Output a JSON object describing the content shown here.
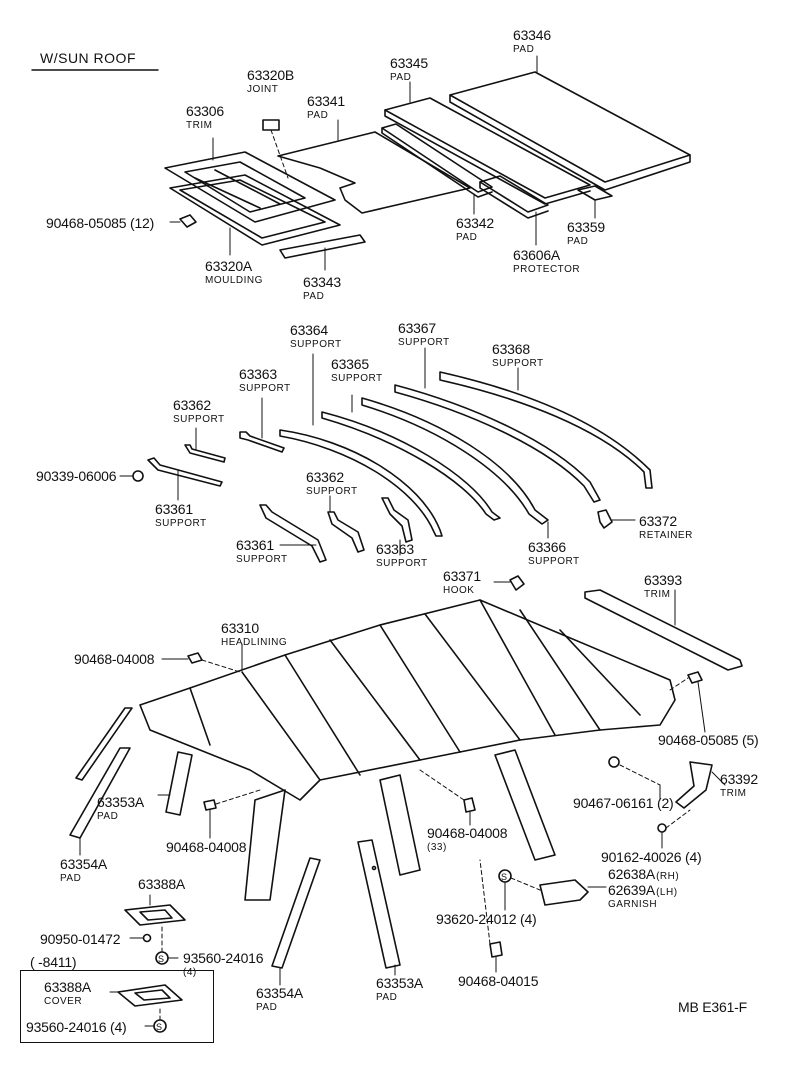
{
  "header": {
    "title": "W/SUN  ROOF"
  },
  "ref_code": "MB  E361-F",
  "legacy_box": {
    "range": "(      -8411)"
  },
  "callouts": [
    {
      "id": "63346",
      "num": "63346",
      "name": "PAD"
    },
    {
      "id": "63345",
      "num": "63345",
      "name": "PAD"
    },
    {
      "id": "63320B",
      "num": "63320B",
      "name": "JOINT"
    },
    {
      "id": "63341",
      "num": "63341",
      "name": "PAD"
    },
    {
      "id": "63306",
      "num": "63306",
      "name": "TRIM"
    },
    {
      "id": "90468-05085-12",
      "num": "90468-05085 (12)",
      "name": ""
    },
    {
      "id": "63320A",
      "num": "63320A",
      "name": "MOULDING"
    },
    {
      "id": "63343",
      "num": "63343",
      "name": "PAD"
    },
    {
      "id": "63342",
      "num": "63342",
      "name": "PAD"
    },
    {
      "id": "63606A",
      "num": "63606A",
      "name": "PROTECTOR"
    },
    {
      "id": "63359",
      "num": "63359",
      "name": "PAD"
    },
    {
      "id": "63364",
      "num": "63364",
      "name": "SUPPORT"
    },
    {
      "id": "63367",
      "num": "63367",
      "name": "SUPPORT"
    },
    {
      "id": "63368",
      "num": "63368",
      "name": "SUPPORT"
    },
    {
      "id": "63363-a",
      "num": "63363",
      "name": "SUPPORT"
    },
    {
      "id": "63365",
      "num": "63365",
      "name": "SUPPORT"
    },
    {
      "id": "63362-a",
      "num": "63362",
      "name": "SUPPORT"
    },
    {
      "id": "90339-06006",
      "num": "90339-06006",
      "name": ""
    },
    {
      "id": "63361-a",
      "num": "63361",
      "name": "SUPPORT"
    },
    {
      "id": "63362-b",
      "num": "63362",
      "name": "SUPPORT"
    },
    {
      "id": "63361-b",
      "num": "63361",
      "name": "SUPPORT"
    },
    {
      "id": "63363-b",
      "num": "63363",
      "name": "SUPPORT"
    },
    {
      "id": "63366",
      "num": "63366",
      "name": "SUPPORT"
    },
    {
      "id": "63372",
      "num": "63372",
      "name": "RETAINER"
    },
    {
      "id": "63371",
      "num": "63371",
      "name": "HOOK"
    },
    {
      "id": "63393",
      "num": "63393",
      "name": "TRIM"
    },
    {
      "id": "63310",
      "num": "63310",
      "name": "HEADLINING"
    },
    {
      "id": "90468-04008-a",
      "num": "90468-04008",
      "name": ""
    },
    {
      "id": "90468-05085-5",
      "num": "90468-05085 (5)",
      "name": ""
    },
    {
      "id": "63392",
      "num": "63392",
      "name": "TRIM"
    },
    {
      "id": "90467-06161",
      "num": "90467-06161 (2)",
      "name": ""
    },
    {
      "id": "63353A-a",
      "num": "63353A",
      "name": "PAD"
    },
    {
      "id": "90468-04008-b",
      "num": "90468-04008",
      "name": ""
    },
    {
      "id": "90468-04008-33",
      "num": "90468-04008",
      "name": "(33)"
    },
    {
      "id": "90162-40026",
      "num": "90162-40026 (4)",
      "name": ""
    },
    {
      "id": "63354A-a",
      "num": "63354A",
      "name": "PAD"
    },
    {
      "id": "63388A-a",
      "num": "63388A",
      "name": ""
    },
    {
      "id": "62638A",
      "num": "62638A",
      "name": "(RH)"
    },
    {
      "id": "62639A",
      "num": "62639A",
      "name": "(LH)"
    },
    {
      "id": "garnish",
      "num": "",
      "name": "GARNISH"
    },
    {
      "id": "93620-24012",
      "num": "93620-24012 (4)",
      "name": ""
    },
    {
      "id": "90950-01472",
      "num": "90950-01472",
      "name": ""
    },
    {
      "id": "93560-24016-a",
      "num": "93560-24016",
      "name": "(4)"
    },
    {
      "id": "63354A-b",
      "num": "63354A",
      "name": "PAD"
    },
    {
      "id": "63353A-b",
      "num": "63353A",
      "name": "PAD"
    },
    {
      "id": "90468-04015",
      "num": "90468-04015",
      "name": ""
    },
    {
      "id": "63388A-b",
      "num": "63388A",
      "name": "COVER"
    },
    {
      "id": "93560-24016-b",
      "num": "93560-24016 (4)",
      "name": ""
    }
  ]
}
